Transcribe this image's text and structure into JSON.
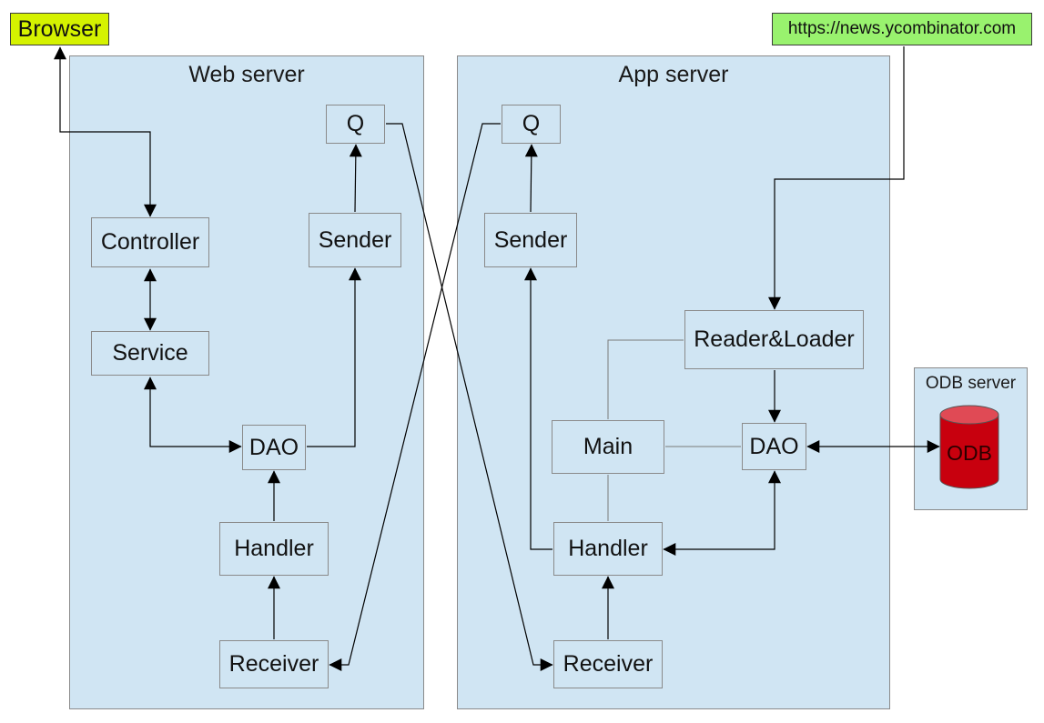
{
  "external": {
    "browser": "Browser",
    "url": "https://news.ycombinator.com"
  },
  "web_server": {
    "title": "Web server",
    "controller": "Controller",
    "service": "Service",
    "dao": "DAO",
    "handler": "Handler",
    "receiver": "Receiver",
    "sender": "Sender",
    "queue": "Q"
  },
  "app_server": {
    "title": "App server",
    "queue": "Q",
    "sender": "Sender",
    "reader_loader": "Reader&Loader",
    "main": "Main",
    "dao": "DAO",
    "handler": "Handler",
    "receiver": "Receiver"
  },
  "odb_server": {
    "title": "ODB server",
    "database": "ODB"
  },
  "colors": {
    "panel_fill": "#d0e5f3",
    "browser_tag": "#d5f200",
    "url_tag": "#99f26e",
    "database": "#c8000e"
  }
}
